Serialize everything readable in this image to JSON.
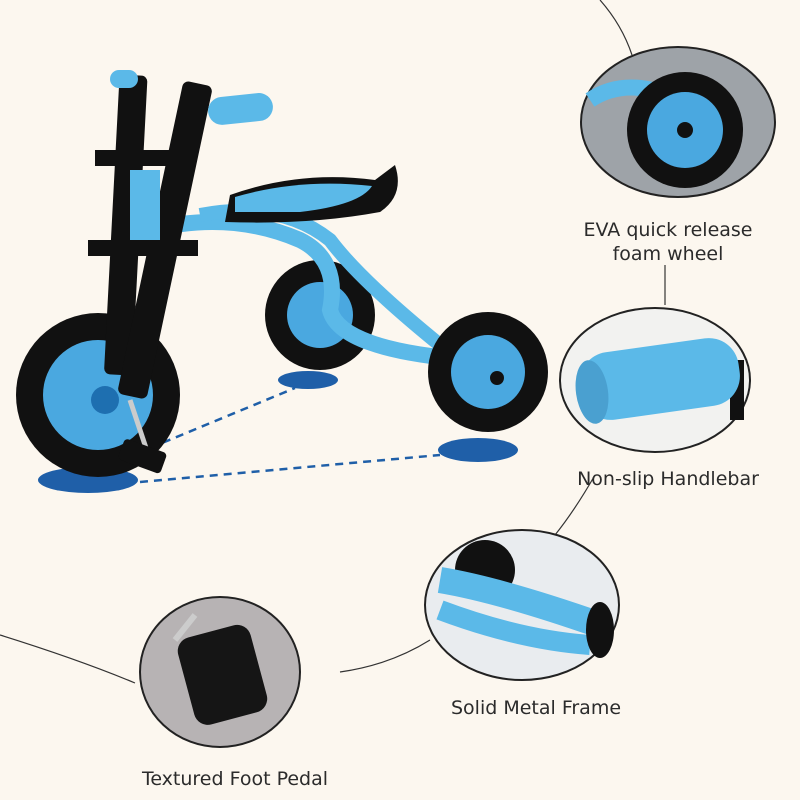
{
  "features": [
    {
      "id": "wheel",
      "lines": [
        "EVA quick release",
        "foam wheel"
      ]
    },
    {
      "id": "handlebar",
      "lines": [
        "Non-slip Handlebar"
      ]
    },
    {
      "id": "frame",
      "lines": [
        "Solid Metal Frame"
      ]
    },
    {
      "id": "pedal",
      "lines": [
        "Textured Foot Pedal"
      ]
    }
  ],
  "colors": {
    "background": "#fcf7ef",
    "accent_blue": "#5bb9e8",
    "dark_blue": "#1f5fa8",
    "tire": "#111111",
    "text": "#2b2b2b"
  },
  "icons": [
    "tricycle-product-image",
    "wheel-detail-photo",
    "handlebar-detail-photo",
    "frame-detail-photo",
    "pedal-detail-photo"
  ]
}
